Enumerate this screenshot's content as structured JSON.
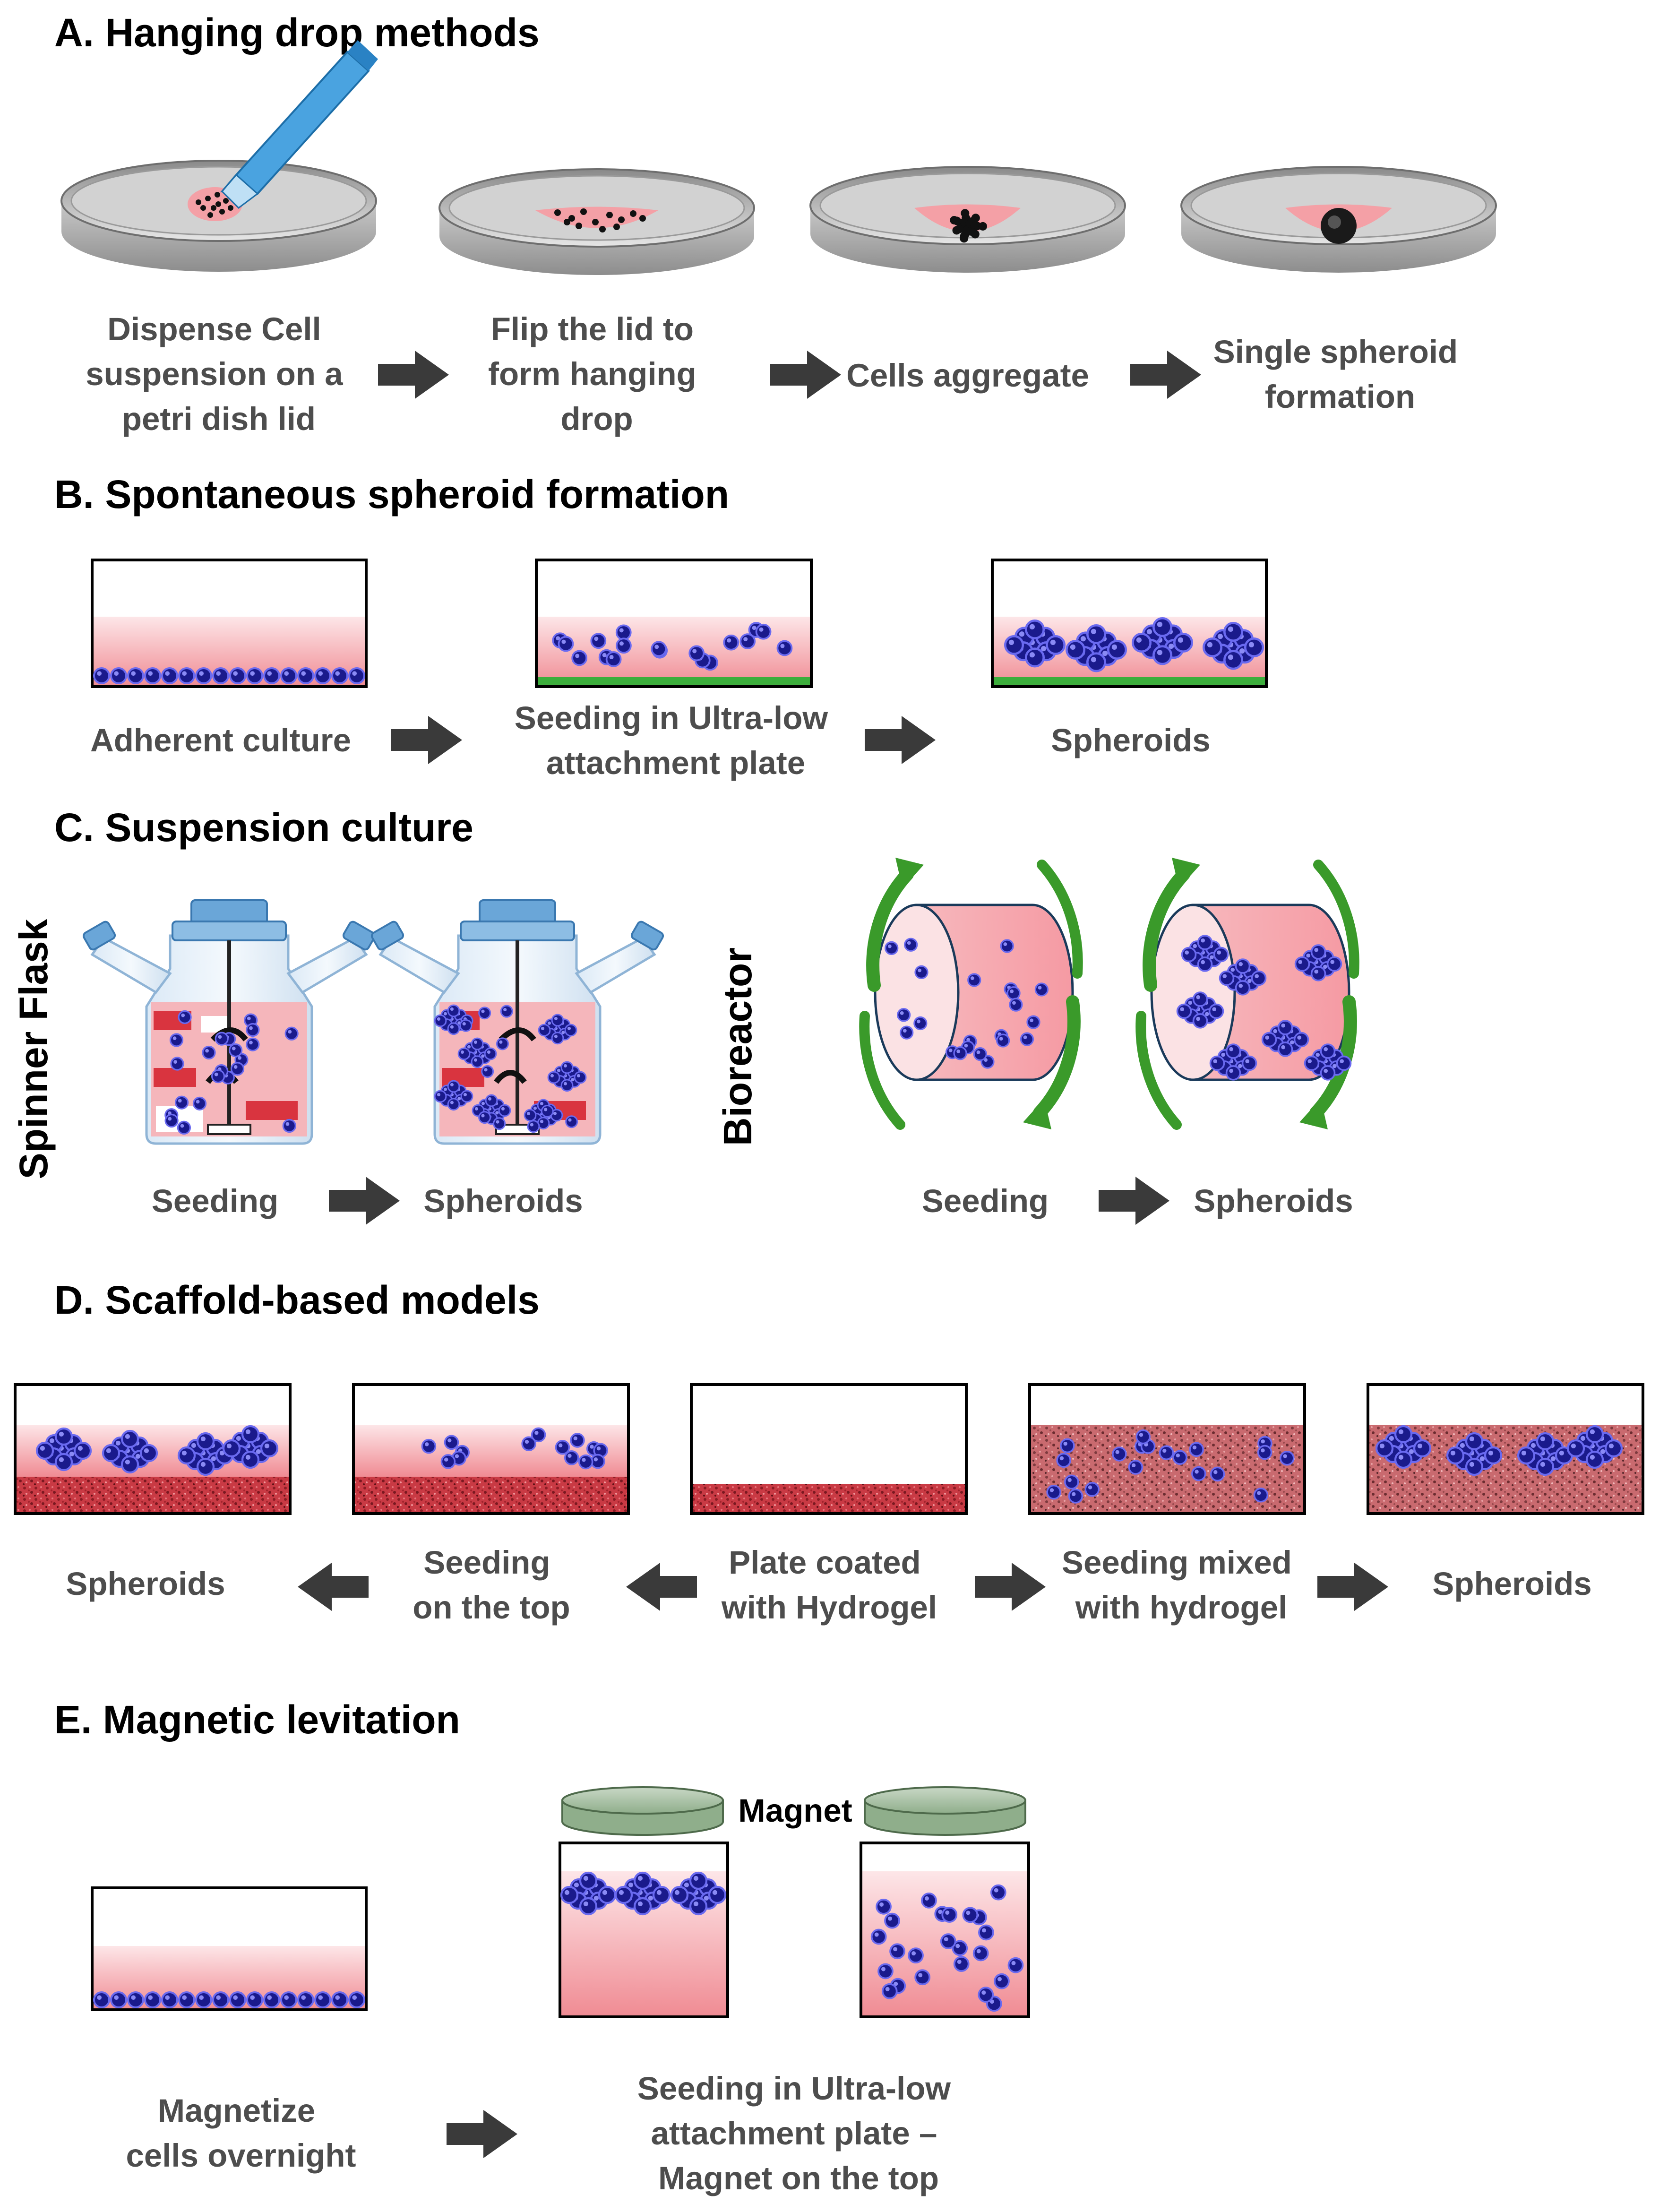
{
  "sections": {
    "a": {
      "heading": "A. Hanging drop methods",
      "steps": [
        {
          "lines": [
            "Dispense Cell",
            "suspension on a",
            "petri dish lid"
          ]
        },
        {
          "lines": [
            "Flip the lid to",
            "form hanging",
            "drop"
          ]
        },
        {
          "lines": [
            "Cells aggregate"
          ]
        },
        {
          "lines": [
            "Single spheroid",
            "formation"
          ]
        }
      ]
    },
    "b": {
      "heading": "B. Spontaneous spheroid formation",
      "steps": [
        {
          "lines": [
            "Adherent culture"
          ]
        },
        {
          "lines": [
            "Seeding in Ultra-low",
            "attachment plate"
          ]
        },
        {
          "lines": [
            "Spheroids"
          ]
        }
      ]
    },
    "c": {
      "heading": "C. Suspension culture",
      "spinner_label": "Spinner Flask",
      "bioreactor_label": "Bioreactor",
      "spinner_steps": [
        "Seeding",
        "Spheroids"
      ],
      "bioreactor_steps": [
        "Seeding",
        "Spheroids"
      ]
    },
    "d": {
      "heading": "D. Scaffold-based models",
      "steps": [
        {
          "lines": [
            "Spheroids"
          ]
        },
        {
          "lines": [
            "Seeding",
            "on the top"
          ]
        },
        {
          "lines": [
            "Plate coated",
            "with Hydrogel"
          ]
        },
        {
          "lines": [
            "Seeding mixed",
            "with hydrogel"
          ]
        },
        {
          "lines": [
            "Spheroids"
          ]
        }
      ]
    },
    "e": {
      "heading": "E. Magnetic levitation",
      "magnet_label": "Magnet",
      "steps": [
        {
          "lines": [
            "Magnetize",
            "cells overnight"
          ]
        },
        {
          "lines": [
            "Seeding in Ultra-low",
            "attachment plate –",
            "Magnet on the top"
          ]
        }
      ]
    }
  },
  "colors": {
    "medium_pink": "#f4a0a6",
    "hydrogel_red": "#c8303a",
    "cell_blue": "#1a1a8c",
    "arrow_gray": "#3a3a3a",
    "rotation_green": "#3a9a2a",
    "magnet_green": "#a9c2a6",
    "ultra_low_green": "#3cae3c",
    "flask_blue": "#6aa6d8"
  }
}
